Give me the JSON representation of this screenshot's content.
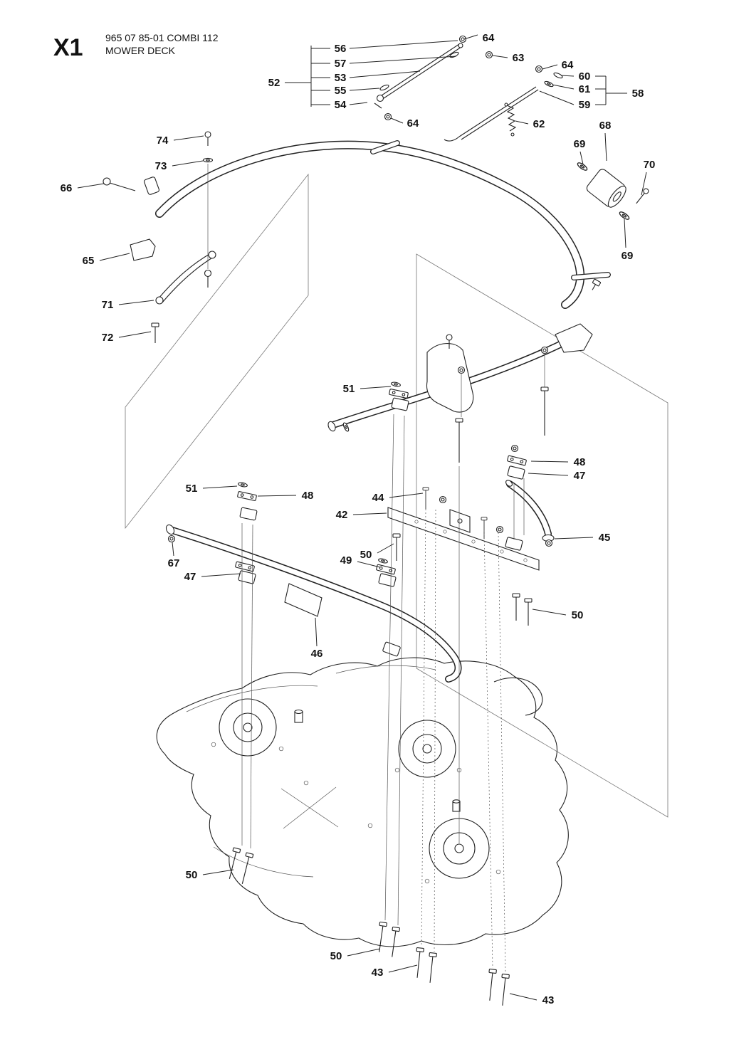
{
  "header": {
    "figure_id": "X1",
    "part_code": "965 07 85-01 COMBI 112",
    "title": "MOWER DECK"
  },
  "callouts": [
    {
      "label": "64"
    },
    {
      "label": "56"
    },
    {
      "label": "57"
    },
    {
      "label": "63"
    },
    {
      "label": "52"
    },
    {
      "label": "53"
    },
    {
      "label": "55"
    },
    {
      "label": "54"
    },
    {
      "label": "64"
    },
    {
      "label": "60"
    },
    {
      "label": "61"
    },
    {
      "label": "59"
    },
    {
      "label": "58"
    },
    {
      "label": "62"
    },
    {
      "label": "64"
    },
    {
      "label": "68"
    },
    {
      "label": "69"
    },
    {
      "label": "70"
    },
    {
      "label": "74"
    },
    {
      "label": "73"
    },
    {
      "label": "66"
    },
    {
      "label": "65"
    },
    {
      "label": "69"
    },
    {
      "label": "71"
    },
    {
      "label": "72"
    },
    {
      "label": "51"
    },
    {
      "label": "48"
    },
    {
      "label": "47"
    },
    {
      "label": "51"
    },
    {
      "label": "48"
    },
    {
      "label": "44"
    },
    {
      "label": "42"
    },
    {
      "label": "45"
    },
    {
      "label": "50"
    },
    {
      "label": "49"
    },
    {
      "label": "67"
    },
    {
      "label": "47"
    },
    {
      "label": "50"
    },
    {
      "label": "46"
    },
    {
      "label": "50"
    },
    {
      "label": "50"
    },
    {
      "label": "43"
    },
    {
      "label": "43"
    }
  ]
}
